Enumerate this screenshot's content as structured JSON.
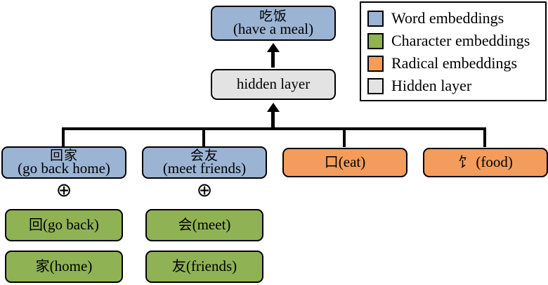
{
  "diagram": {
    "title_node": {
      "cn": "吃饭",
      "en": "(have a meal)"
    },
    "hidden_node": {
      "label": "hidden layer"
    },
    "word_nodes": [
      {
        "cn": "回家",
        "en": "(go back home)"
      },
      {
        "cn": "会友",
        "en": "(meet friends)"
      }
    ],
    "radical_nodes": [
      {
        "han": "口",
        "en": "(eat)"
      },
      {
        "han": "饣",
        "en": "(food)"
      }
    ],
    "character_nodes": [
      {
        "han": "回",
        "en": "(go back)"
      },
      {
        "han": "家",
        "en": "(home)"
      },
      {
        "han": "会",
        "en": "(meet)"
      },
      {
        "han": "友",
        "en": "(friends)"
      }
    ],
    "operators": [
      {
        "symbol": "⊕"
      },
      {
        "symbol": "⊕"
      }
    ]
  },
  "legend": {
    "items": [
      {
        "label": "Word embeddings",
        "color": "#9cb4d4"
      },
      {
        "label": "Character embeddings",
        "color": "#8fb255"
      },
      {
        "label": "Radical embeddings",
        "color": "#f39c5c"
      },
      {
        "label": "Hidden layer",
        "color": "#e3e3e3"
      }
    ]
  },
  "colors": {
    "word": "#9cb4d4",
    "character": "#8fb255",
    "radical": "#f39c5c",
    "hidden": "#e3e3e3",
    "outline": "#000000",
    "background": "#ffffff"
  }
}
